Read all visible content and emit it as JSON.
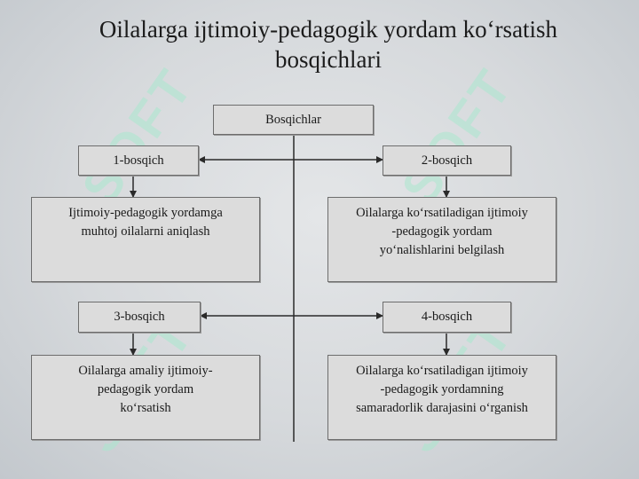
{
  "title": {
    "line1": "Oilalarga ijtimoiy-pedagogik yordam ko‘rsatish",
    "line2": "bosqichlari"
  },
  "watermark": "SOFT",
  "diagram": {
    "root": "Bosqichlar",
    "stages": [
      {
        "label": "1-bosqich",
        "desc": [
          "Ijtimoiy-pedagogik yordamga",
          "muhtoj oilalarni aniqlash"
        ]
      },
      {
        "label": "2-bosqich",
        "desc": [
          "Oilalarga ko‘rsatiladigan ijtimoiy",
          "-pedagogik yordam",
          "yo‘nalishlarini belgilash"
        ]
      },
      {
        "label": "3-bosqich",
        "desc": [
          "Oilalarga amaliy ijtimoiy-",
          "pedagogik yordam",
          "ko‘rsatish"
        ]
      },
      {
        "label": "4-bosqich",
        "desc": [
          "Oilalarga ko‘rsatiladigan ijtimoiy",
          "-pedagogik yordamning",
          "samaradorlik darajasini o‘rganish"
        ]
      }
    ]
  },
  "colors": {
    "box_fill": "#dcdcdc",
    "box_border": "#6d6d6d",
    "line": "#2a2a2a",
    "watermark": "#aae8cd"
  }
}
